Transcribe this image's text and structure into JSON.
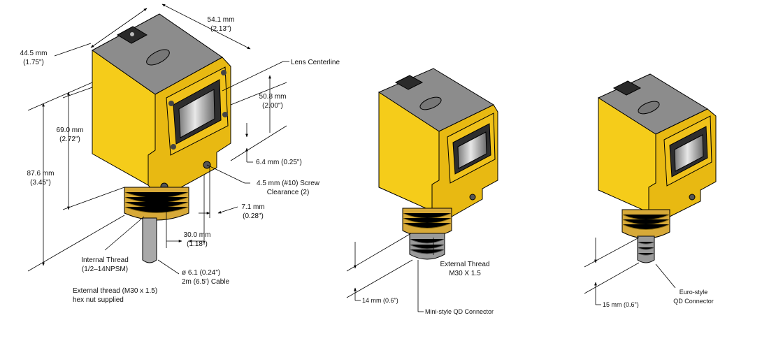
{
  "colors": {
    "housing_yellow": "#f5cc1a",
    "housing_shadow": "#d9a800",
    "top_grey": "#8a8a8a",
    "thread_brass": "#d7a938",
    "connector_grey": "#9a9a9a",
    "line": "#000000"
  },
  "dims": {
    "depth": {
      "mm": "44.5 mm",
      "in": "(1.75\")"
    },
    "width": {
      "mm": "54.1 mm",
      "in": "(2.13\")"
    },
    "lens_centerline": "Lens Centerline",
    "lens_height": {
      "mm": "50.8 mm",
      "in": "(2.00\")"
    },
    "body_height": {
      "mm": "69.0 mm",
      "in": "(2.72\")"
    },
    "overall_height": {
      "mm": "87.6 mm",
      "in": "(3.45\")"
    },
    "step": "6.4 mm (0.25\")",
    "screw": {
      "line1": "4.5 mm (#10) Screw",
      "line2": "Clearance (2)"
    },
    "offset": {
      "mm": "7.1 mm",
      "in": "(0.28\")"
    },
    "thread_center": {
      "mm": "30.0 mm",
      "in": "(1.18\")"
    },
    "internal_thread": {
      "line1": "Internal Thread",
      "line2": "(1/2–14NPSM)"
    },
    "cable": {
      "line1": "ø 6.1 (0.24\")",
      "line2": "2m (6.5') Cable"
    },
    "external_thread_note": {
      "line1": "External thread (M30 x 1.5)",
      "line2": "hex nut supplied"
    }
  },
  "mini": {
    "ext_thread": {
      "line1": "External Thread",
      "line2": "M30 X 1.5"
    },
    "length": "14 mm (0.6\")",
    "connector": "Mini-style QD Connector"
  },
  "euro": {
    "length": "15 mm (0.6\")",
    "connector": {
      "line1": "Euro-style",
      "line2": "QD Connector"
    }
  }
}
